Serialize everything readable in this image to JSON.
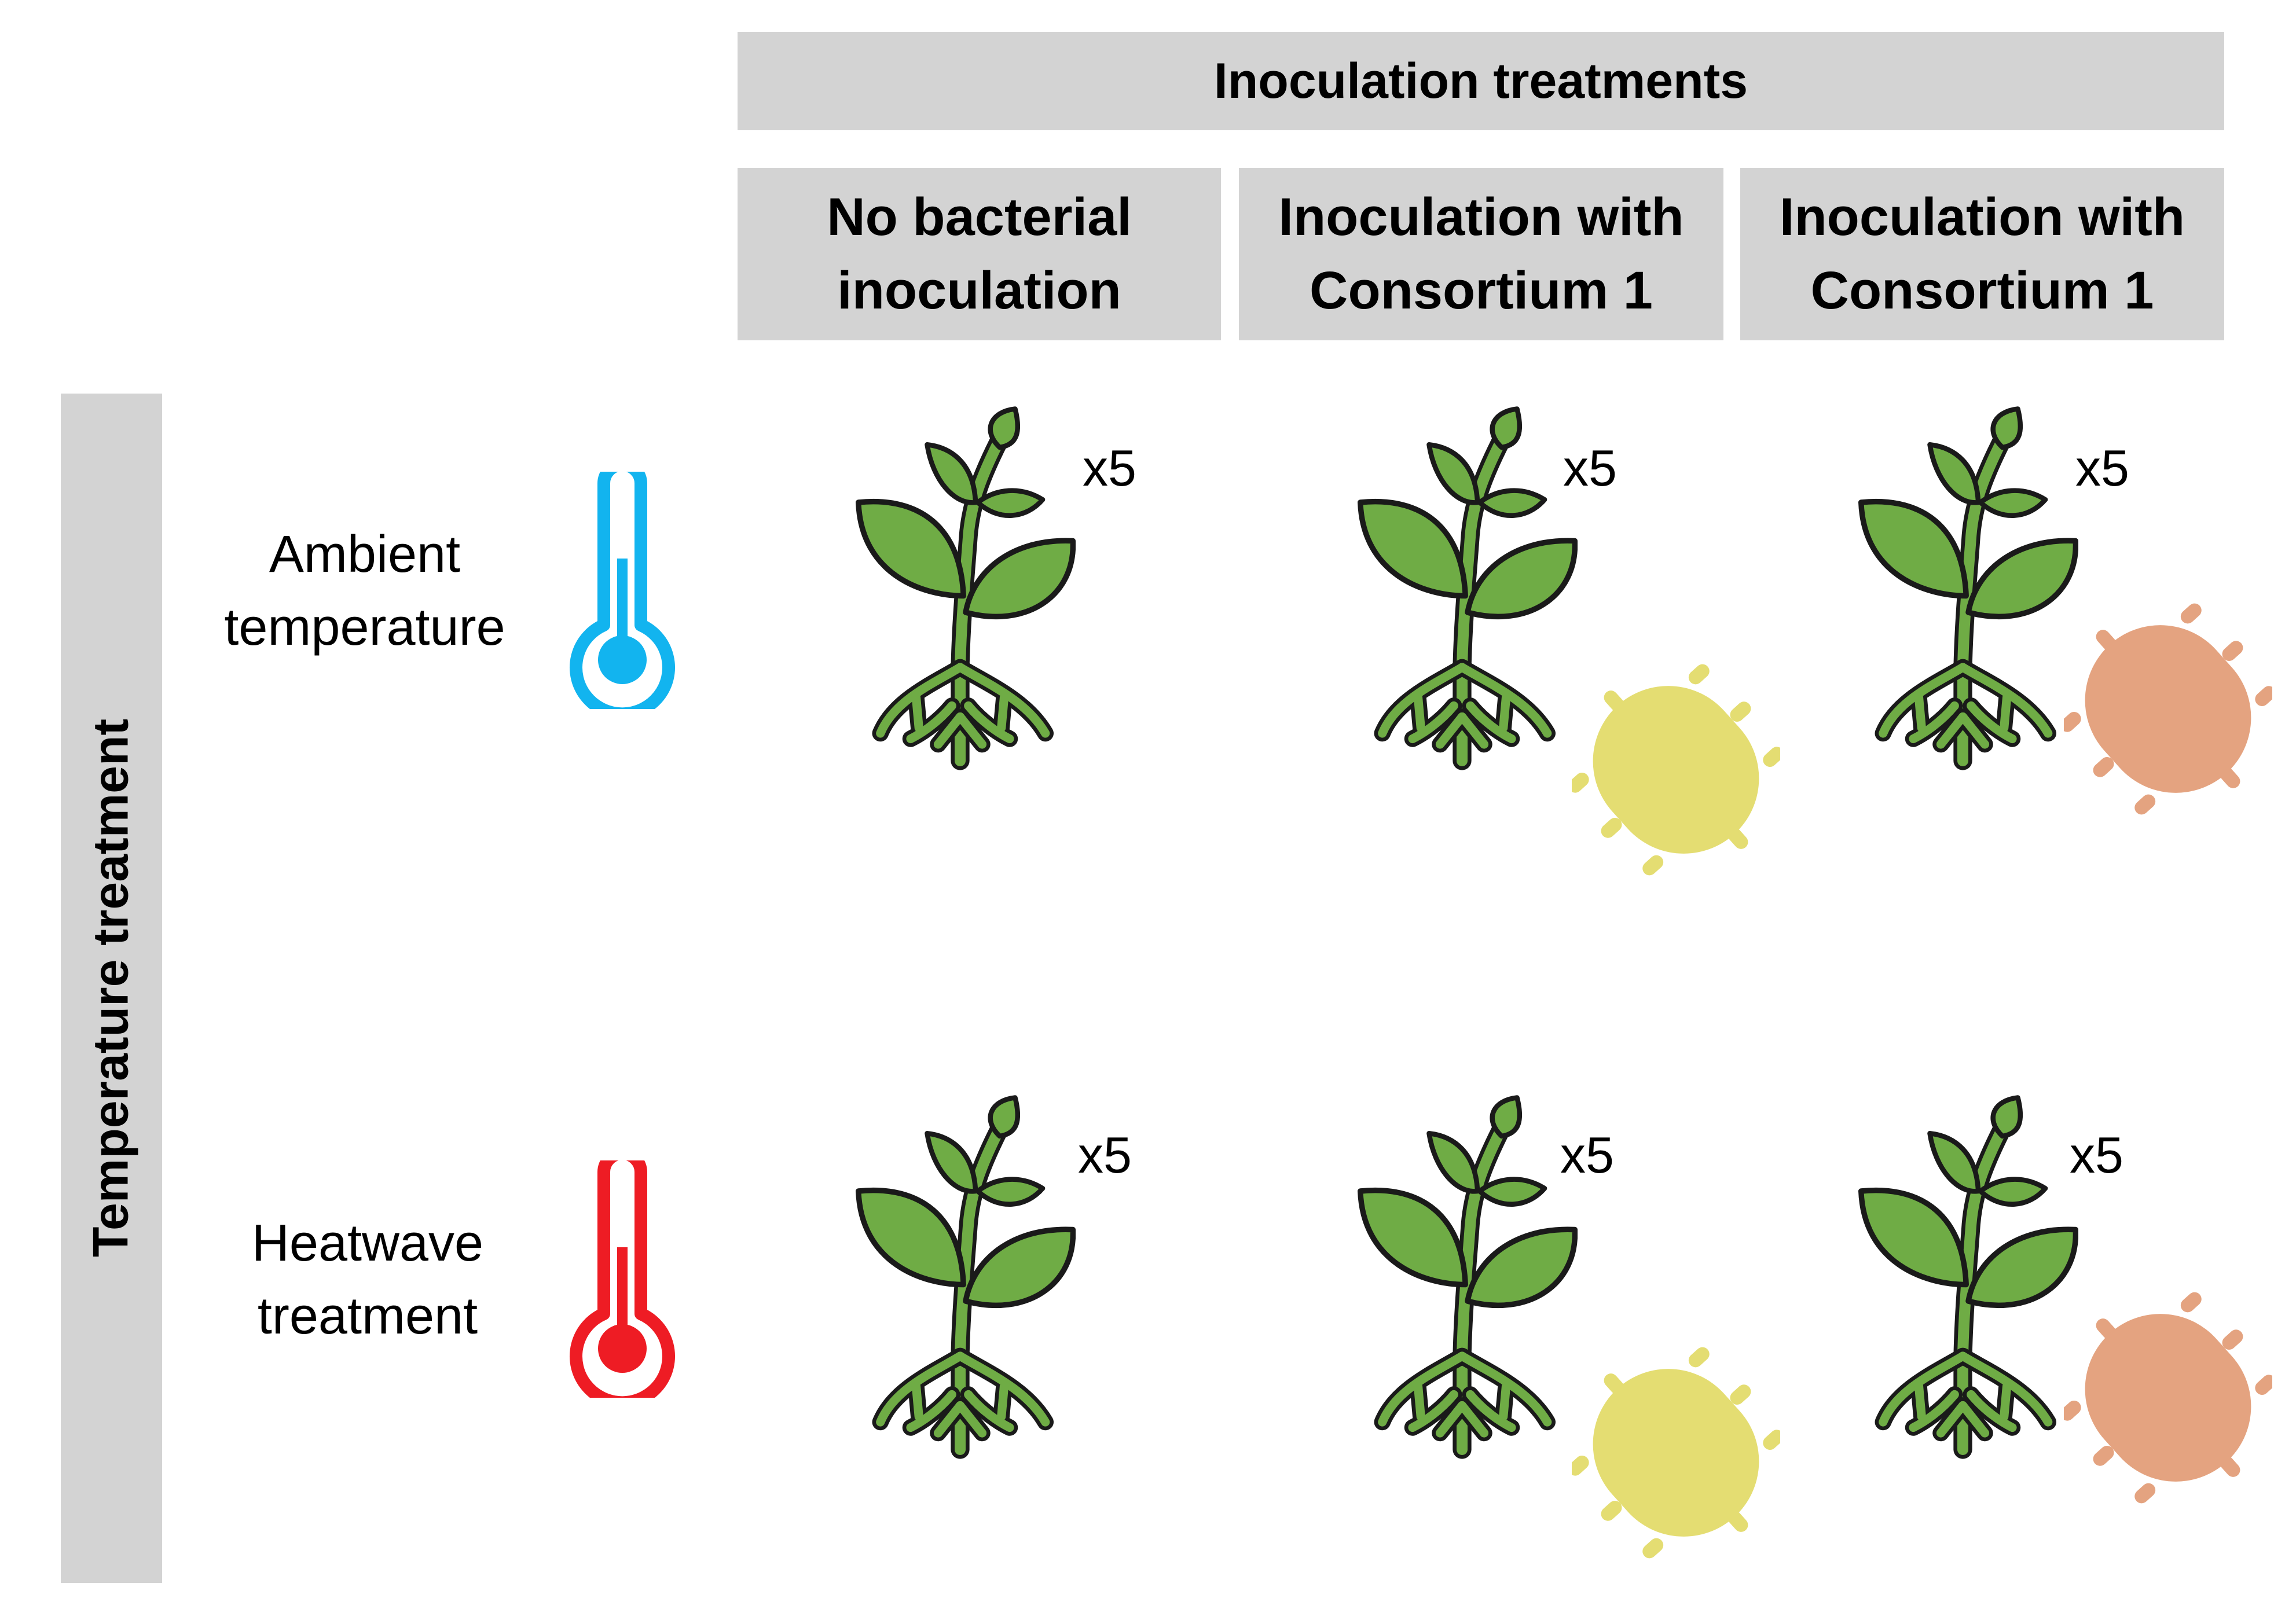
{
  "header": {
    "title": "Inoculation treatments"
  },
  "columns": [
    {
      "line1": "No bacterial",
      "line2": "inoculation"
    },
    {
      "line1": "Inoculation with",
      "line2": "Consortium 1"
    },
    {
      "line1": "Inoculation with",
      "line2": "Consortium 1"
    }
  ],
  "side_header": {
    "title": "Temperature treatment"
  },
  "rows": [
    {
      "line1": "Ambient",
      "line2": "temperature",
      "icon": "thermometer-icon",
      "color": "#12b4ef"
    },
    {
      "line1": "Heatwave",
      "line2": "treatment",
      "icon": "thermometer-icon",
      "color": "#ee1c24"
    }
  ],
  "replicate_label": "x5",
  "colors": {
    "header_bg": "#d3d3d3",
    "plant_fill": "#6fac45",
    "consortium_a": "#e0d85a",
    "consortium_b": "#e0946a"
  }
}
